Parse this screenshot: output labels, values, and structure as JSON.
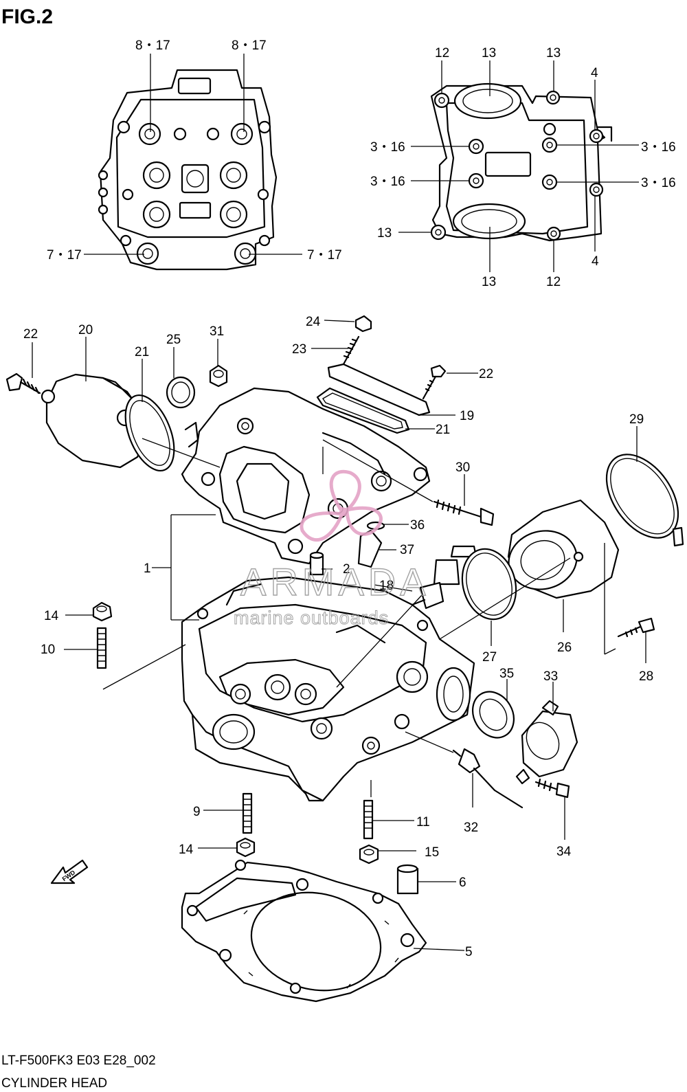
{
  "figure_title": "FIG.2",
  "footer": {
    "model_code": "LT-F500FK3 E03 E28_002",
    "section_name": "CYLINDER HEAD"
  },
  "watermark": {
    "brand": "ARMADA",
    "tagline": "marine outboards",
    "logo_color": "#e4a3c6"
  },
  "callouts": {
    "top_left": [
      "8・17",
      "8・17",
      "7・17",
      "7・17"
    ],
    "top_right": [
      "12",
      "13",
      "13",
      "4",
      "3・16",
      "3・16",
      "3・16",
      "3・16",
      "13",
      "13",
      "12",
      "4"
    ],
    "main": [
      "24",
      "23",
      "22",
      "20",
      "25",
      "31",
      "21",
      "22",
      "19",
      "21",
      "29",
      "30",
      "36",
      "37",
      "1",
      "2",
      "18",
      "14",
      "10",
      "27",
      "26",
      "28",
      "35",
      "33",
      "9",
      "11",
      "32",
      "14",
      "15",
      "34",
      "6",
      "5"
    ]
  },
  "fwd_arrow_label": "FWD",
  "colors": {
    "line": "#000000",
    "background": "#ffffff"
  }
}
